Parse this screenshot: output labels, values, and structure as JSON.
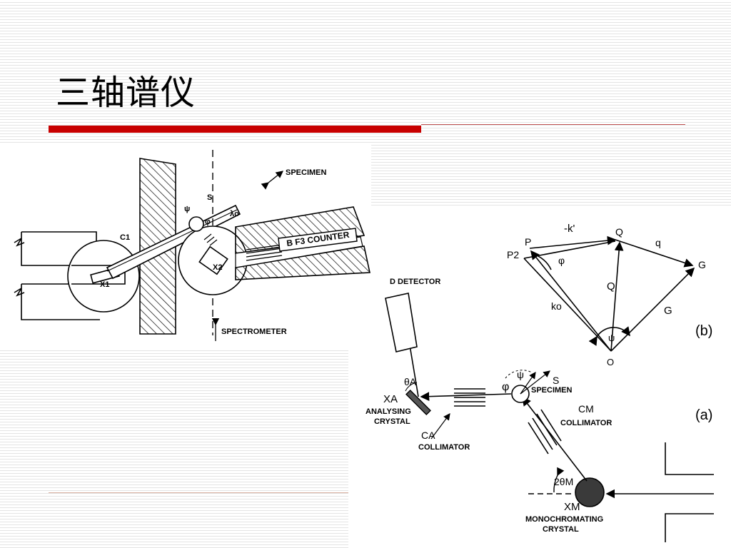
{
  "slide": {
    "title": "三轴谱仪"
  },
  "top_diagram": {
    "specimen": "SPECIMEN",
    "spectrometer": "SPECTROMETER",
    "counter": "B F3 COUNTER",
    "c1": "C1",
    "x1": "X1",
    "x2": "X2",
    "s": "S",
    "psi": "ψ",
    "phi": "φ",
    "lambda": "λo"
  },
  "diagram_a": {
    "tag": "(a)",
    "detector": "D  DETECTOR",
    "theta_a": "θA",
    "xa": "XA",
    "analysing_1": "ANALYSING",
    "analysing_2": "CRYSTAL",
    "ca": "CA",
    "ca_coll": "COLLIMATOR",
    "phi": "φ",
    "psi": "ψ",
    "s": "S",
    "specimen": "SPECIMEN",
    "cm": "CM",
    "cm_coll": "COLLIMATOR",
    "two_theta": "2θM",
    "xm": "XM",
    "mono_1": "MONOCHROMATING",
    "mono_2": "CRYSTAL"
  },
  "diagram_b": {
    "tag": "(b)",
    "p": "P",
    "p2": "P2",
    "k_prime": "-k'",
    "q_top": "Q",
    "q_vec": "q",
    "g": "G",
    "q_mid": "Q",
    "g_vec": "G",
    "ko": "ko",
    "phi": "φ",
    "psi": "ψ",
    "o": "O"
  }
}
